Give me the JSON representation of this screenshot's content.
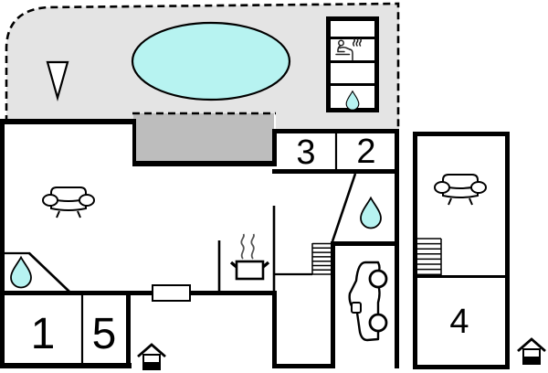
{
  "colors": {
    "background": "#ffffff",
    "wall": "#000000",
    "terrace": "#e4e4e4",
    "step": "#bdbdbd",
    "water": "#b7f3f1",
    "thin_line": "#000000"
  },
  "rooms": [
    {
      "label": "1"
    },
    {
      "label": "2"
    },
    {
      "label": "3"
    },
    {
      "label": "4"
    },
    {
      "label": "5"
    }
  ],
  "icons": {
    "pool": "swimming-pool-icon",
    "triangle": "north-triangle-icon",
    "sauna": "sauna-person-icon",
    "water_drop": "water-drop-icon",
    "sofa": "sofa-icon",
    "pot": "cooking-pot-icon",
    "stairs": "stairs-icon",
    "car": "car-icon",
    "entrance": "entrance-house-icon"
  }
}
